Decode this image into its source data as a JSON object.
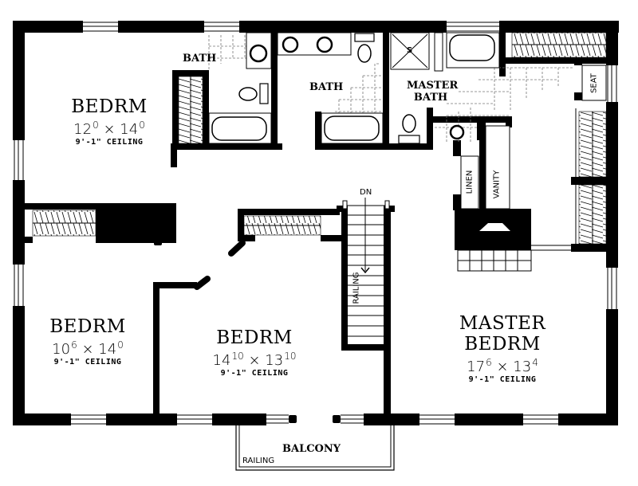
{
  "plan": {
    "rooms": [
      {
        "id": "bedrm-nw",
        "name": "BEDRM",
        "dim_w": "12",
        "dim_w_in": "0",
        "dim_l": "14",
        "dim_l_in": "0",
        "ceiling": "9'-1\" CEILING"
      },
      {
        "id": "bedrm-sw",
        "name": "BEDRM",
        "dim_w": "10",
        "dim_w_in": "6",
        "dim_l": "14",
        "dim_l_in": "0",
        "ceiling": "9'-1\" CEILING"
      },
      {
        "id": "bedrm-s",
        "name": "BEDRM",
        "dim_w": "14",
        "dim_w_in": "10",
        "dim_l": "13",
        "dim_l_in": "10",
        "ceiling": "9'-1\" CEILING"
      },
      {
        "id": "master-bedrm",
        "name_line1": "MASTER",
        "name_line2": "BEDRM",
        "dim_w": "17",
        "dim_w_in": "6",
        "dim_l": "13",
        "dim_l_in": "4",
        "ceiling": "9'-1\" CEILING"
      }
    ],
    "baths": {
      "bath1": "BATH",
      "bath2": "BATH",
      "master_bath_line1": "MASTER",
      "master_bath_line2": "BATH"
    },
    "labels": {
      "seat": "SEAT",
      "linen": "LINEN",
      "vanity": "VANITY",
      "stair_dn": "DN",
      "stair_railing": "RAILING",
      "balcony": "BALCONY",
      "balcony_railing": "RAILING",
      "shower_mark": "S",
      "times": "×"
    },
    "colors": {
      "wall": "#000000",
      "background": "#ffffff",
      "dashed_tile": "#555555"
    }
  }
}
